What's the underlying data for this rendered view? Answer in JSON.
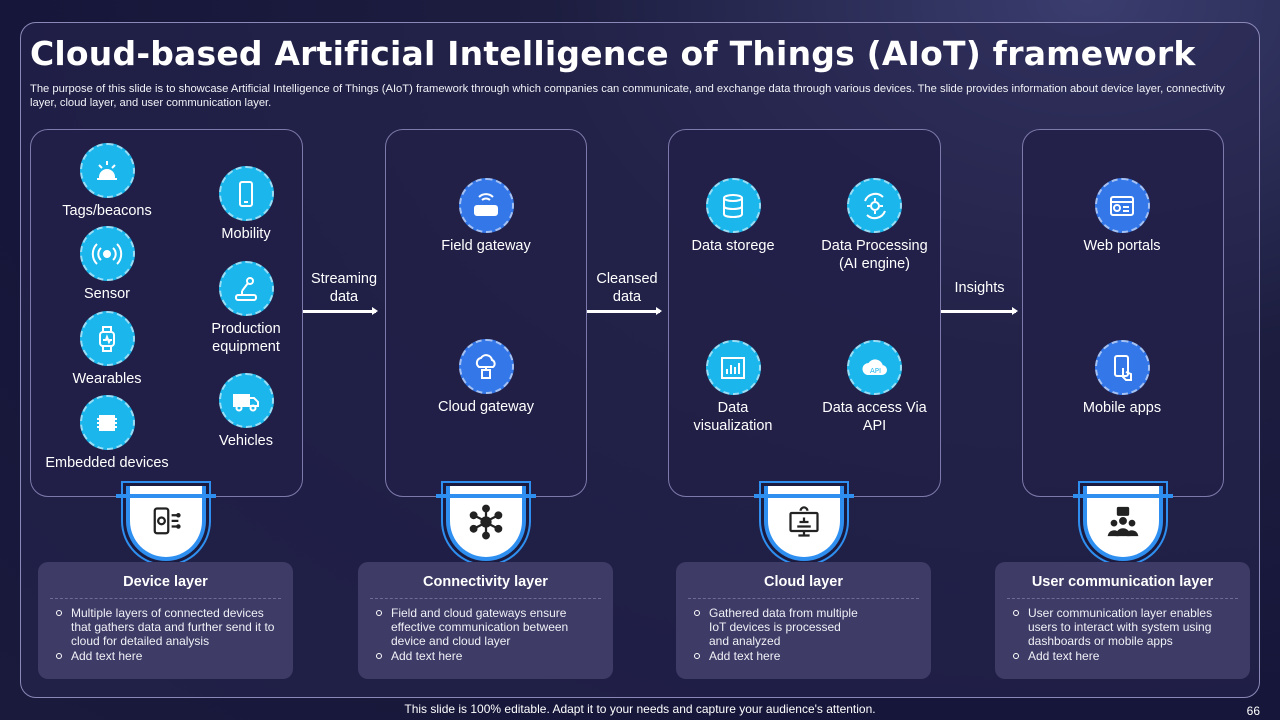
{
  "title": "Cloud-based Artificial Intelligence of Things (AIoT) framework",
  "subtitle": "The purpose of this slide is to showcase Artificial Intelligence of Things (AIoT) framework through which companies can communicate, and exchange data through various devices. The slide provides information about device layer, connectivity layer, cloud layer, and user communication layer.",
  "device_items": {
    "tags": "Tags/beacons",
    "sensor": "Sensor",
    "wearables": "Wearables",
    "embedded": "Embedded devices",
    "mobility": "Mobility",
    "production": "Production equipment",
    "vehicles": "Vehicles"
  },
  "flows": {
    "streaming": "Streaming data",
    "cleansed": "Cleansed data",
    "insights": "Insights"
  },
  "connectivity_items": {
    "field": "Field gateway",
    "cloud": "Cloud gateway"
  },
  "cloud_items": {
    "storage": "Data storege",
    "processing": "Data Processing (AI engine)",
    "visualization": "Data visualization",
    "access": "Data access Via API"
  },
  "user_items": {
    "web": "Web portals",
    "mobile": "Mobile apps"
  },
  "layers": [
    {
      "title": "Device layer",
      "bullets": [
        "Multiple layers of connected devices that gathers data and further send it to cloud for detailed analysis",
        "Add text here"
      ]
    },
    {
      "title": "Connectivity layer",
      "bullets": [
        "Field and cloud gateways ensure effective communication between device and cloud layer",
        "Add text here"
      ]
    },
    {
      "title": "Cloud layer",
      "bullets": [
        "Gathered data from multiple IoT devices is processed and analyzed",
        "Add text here"
      ]
    },
    {
      "title": "User communication layer",
      "bullets": [
        "User communication layer enables users to interact with system using dashboards or mobile apps",
        "Add text here"
      ]
    }
  ],
  "footer": "This slide is 100% editable. Adapt it to your needs and capture your audience's attention.",
  "page_number": "66",
  "colors": {
    "cyan": "#1bb6ec",
    "blue": "#3477e8",
    "badge_ring": "#2f8ff0",
    "bottom_card": "#3e3c66"
  }
}
